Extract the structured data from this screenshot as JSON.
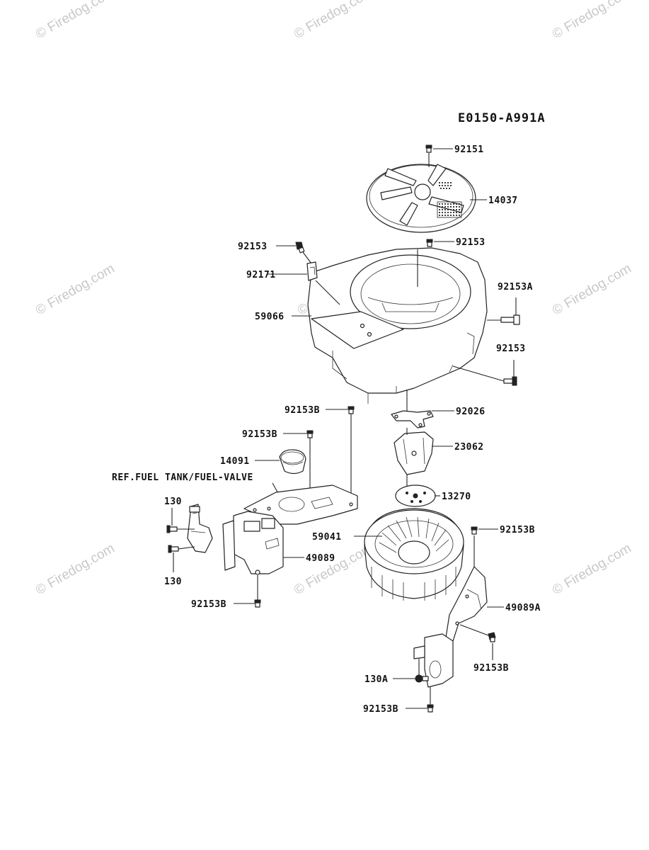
{
  "diagram": {
    "code": "E0150-A991A",
    "watermark": "© Firedog.com",
    "ref_note": "REF.FUEL TANK/FUEL-VALVE",
    "parts": [
      {
        "id": "92151",
        "label": "92151"
      },
      {
        "id": "14037",
        "label": "14037"
      },
      {
        "id": "92153-top-left",
        "label": "92153"
      },
      {
        "id": "92153-top-right",
        "label": "92153"
      },
      {
        "id": "92171",
        "label": "92171"
      },
      {
        "id": "92153a",
        "label": "92153A"
      },
      {
        "id": "59066",
        "label": "59066"
      },
      {
        "id": "92153-right",
        "label": "92153"
      },
      {
        "id": "92153b-mid",
        "label": "92153B"
      },
      {
        "id": "92026",
        "label": "92026"
      },
      {
        "id": "92153b-left",
        "label": "92153B"
      },
      {
        "id": "23062",
        "label": "23062"
      },
      {
        "id": "14091",
        "label": "14091"
      },
      {
        "id": "13270",
        "label": "13270"
      },
      {
        "id": "130-top",
        "label": "130"
      },
      {
        "id": "59041",
        "label": "59041"
      },
      {
        "id": "92153b-fan",
        "label": "92153B"
      },
      {
        "id": "49089",
        "label": "49089"
      },
      {
        "id": "130-bottom",
        "label": "130"
      },
      {
        "id": "49089a",
        "label": "49089A"
      },
      {
        "id": "92153b-bottom-left",
        "label": "92153B"
      },
      {
        "id": "92153b-bottom-right",
        "label": "92153B"
      },
      {
        "id": "130a",
        "label": "130A"
      },
      {
        "id": "92153b-bottom",
        "label": "92153B"
      }
    ]
  }
}
